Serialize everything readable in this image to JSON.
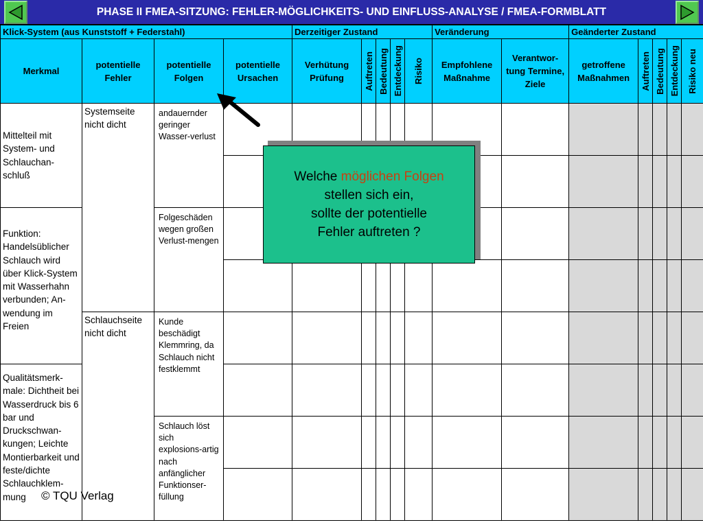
{
  "title": "PHASE II FMEA-SITZUNG: FEHLER-MÖGLICHKEITS- UND EINFLUSS-ANALYSE / FMEA-FORMBLATT",
  "nav": {
    "prev_icon": "triangle-left-icon",
    "next_icon": "triangle-right-icon"
  },
  "groups": {
    "system": "Klick-System (aus Kunststoff + Federstahl)",
    "current": "Derzeitiger Zustand",
    "change": "Veränderung",
    "changed": "Geänderter Zustand"
  },
  "columns": {
    "merkmal": "Merkmal",
    "fehler": "potentielle Fehler",
    "folgen": "potentielle Folgen",
    "ursachen": "potentielle Ursachen",
    "verhuetung": "Verhütung Prüfung",
    "auftreten": "Auftreten",
    "bedeutung": "Bedeutung",
    "entdeckung": "Entdeckung",
    "risiko": "Risiko",
    "empfohlene": "Empfohlene Maßnahme",
    "verantwortung": "Verantwor-tung Termine, Ziele",
    "getroffene": "getroffene Maßnahmen",
    "auftreten2": "Auftreten",
    "bedeutung2": "Bedeutung",
    "entdeckung2": "Entdeckung",
    "risiko_neu": "Risiko neu"
  },
  "merkmal": {
    "a": "Mittelteil mit System- und Schlauchan-schluß",
    "b": "Funktion: Handelsüblicher Schlauch wird über Klick-System mit Wasserhahn verbunden; An-wendung im Freien",
    "c": "Qualitätsmerk-male: Dichtheit bei Wasserdruck bis 6 bar und Druckschwan-kungen; Leichte Montierbarkeit und feste/dichte Schlauchklem-mung"
  },
  "fehler": {
    "a": "Systemseite nicht dicht",
    "b": "Schlauchseite nicht dicht"
  },
  "folgen": {
    "a": "andauernder geringer Wasser-verlust",
    "b": "Folgeschäden wegen großen Verlust-mengen",
    "c": "Kunde beschädigt Klemmring, da Schlauch nicht festklemmt",
    "d": "Schlauch löst sich explosions-artig nach anfänglicher Funktionser-füllung"
  },
  "callout": {
    "before": "Welche",
    "highlight": "möglichen Folgen",
    "line2": "stellen sich ein,",
    "line3": "sollte der potentielle",
    "line4": "Fehler auftreten ?"
  },
  "arrow_icon": "arrow-pointer-icon",
  "copyright": "© TQU Verlag",
  "colors": {
    "title_bg": "#2a2aa8",
    "header_bg": "#00d0ff",
    "callout_bg": "#1cc08c",
    "highlight": "#c84010",
    "shaded_cells": "#d9d9d9",
    "nav_button": "#50c850"
  }
}
